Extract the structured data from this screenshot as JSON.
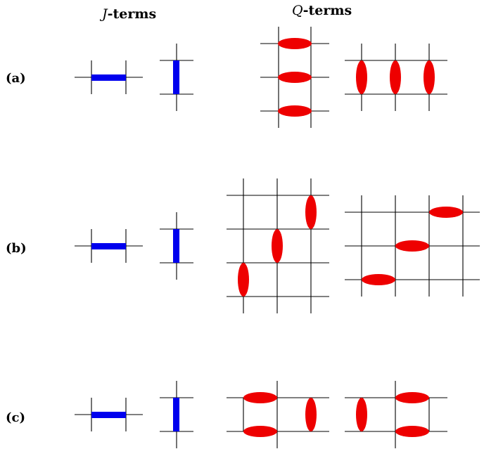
{
  "headers": {
    "j_symbol": "J",
    "j_suffix": "-terms",
    "q_symbol": "Q",
    "q_suffix": "-terms"
  },
  "rows": [
    {
      "label": "(a)"
    },
    {
      "label": "(b)"
    },
    {
      "label": "(c)"
    }
  ],
  "colors": {
    "j_bond": "#0000ee",
    "q_bond": "#ee0000",
    "lattice": "#000000"
  }
}
